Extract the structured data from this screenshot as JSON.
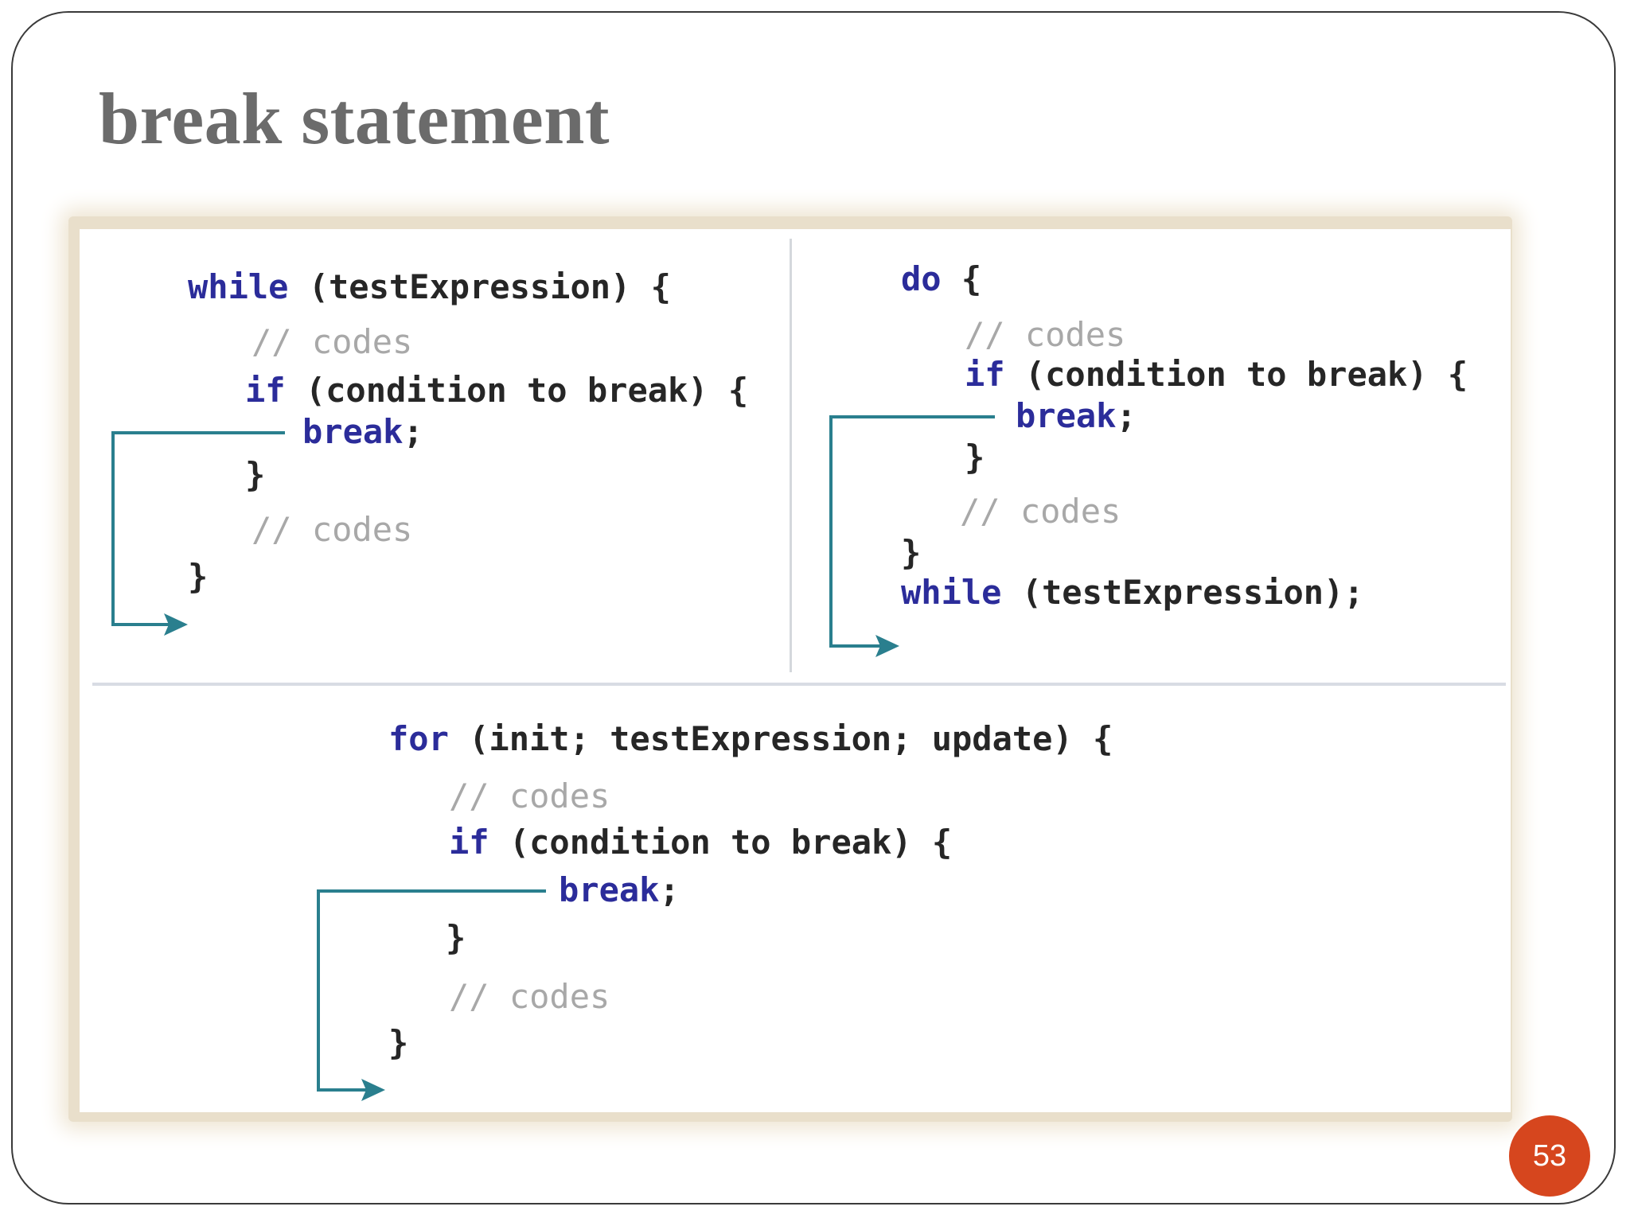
{
  "slide": {
    "title": "break statement",
    "page_number": "53"
  },
  "colors": {
    "title": "#6b6b6b",
    "keyword": "#2b2c9a",
    "comment": "#a8a8a8",
    "code_text": "#262626",
    "arrow": "#2a7f8e",
    "image_border": "#e9dfcb",
    "page_badge": "#d6461e"
  },
  "while_loop": {
    "keyword_while": "while",
    "header_rest": " (testExpression) {",
    "comment_before": "// codes",
    "keyword_if": "if",
    "if_rest": " (condition to break) {",
    "keyword_break": "break",
    "break_semicolon": ";",
    "if_close": "}",
    "comment_after": "// codes",
    "loop_close": "}"
  },
  "do_while_loop": {
    "keyword_do": "do",
    "header_rest": " {",
    "comment_before": "// codes",
    "keyword_if": "if",
    "if_rest": " (condition to break) {",
    "keyword_break": "break",
    "break_semicolon": ";",
    "if_close": "}",
    "comment_after": "// codes",
    "loop_close": "}",
    "keyword_while": "while",
    "while_rest": " (testExpression);"
  },
  "for_loop": {
    "keyword_for": "for",
    "header_rest": " (init; testExpression; update) {",
    "comment_before": "// codes",
    "keyword_if": "if",
    "if_rest": " (condition to break) {",
    "keyword_break": "break",
    "break_semicolon": ";",
    "if_close": "}",
    "comment_after": "// codes",
    "loop_close": "}"
  },
  "icons": {
    "flow_arrow": "break-jump-arrow-icon"
  }
}
